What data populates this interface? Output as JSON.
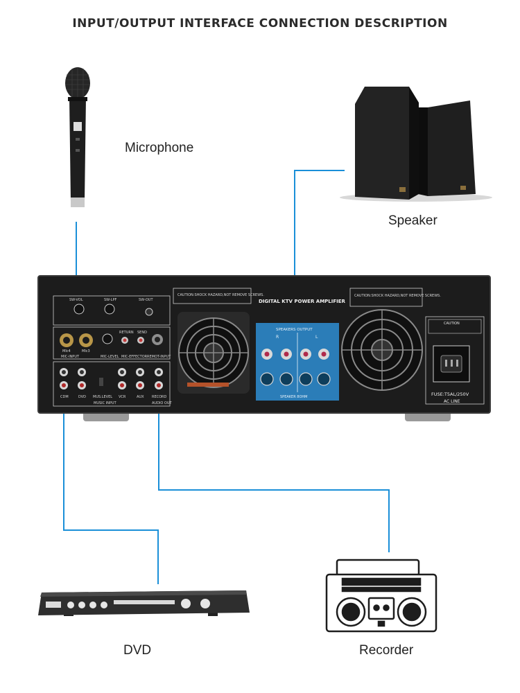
{
  "title": "INPUT/OUTPUT INTERFACE CONNECTION DESCRIPTION",
  "devices": {
    "microphone": "Microphone",
    "speaker": "Speaker",
    "dvd": "DVD",
    "recorder": "Recorder"
  },
  "amplifier": {
    "name": "DIGITAL KTV POWER AMPLIFIER",
    "caution_left": "CAUTION:SHOCK HAZARD,NOT REMOVE SCREWS.",
    "caution_right": "CAUTION:SHOCK HAZARD,NOT REMOVE SCREWS.",
    "sections": {
      "sw_vol": "SW-VOL",
      "sw_lpf": "SW-LPF",
      "sw_out": "SW-OUT",
      "mic_input": "MIC-INPUT",
      "mic_level": "MIC-LEVEL",
      "mic_effector": "MIC-EFFECTOR",
      "remote_input": "REMOT-INPUT",
      "return": "RETURN",
      "send": "SEND",
      "mic4": "MIc4",
      "mic3": "MIc3",
      "music_input": "MUSIC INPUT",
      "audio_out": "AUDIO OUT",
      "mus_level": "MUS.LEVEL"
    },
    "inputs": [
      "CDM",
      "DVD",
      "VCR",
      "AUX",
      "RECORD"
    ],
    "speakers_output": "SPEAKERS OUTPUT",
    "channel_r": "R",
    "channel_l": "L",
    "speaker_impedance": "SPEAKER  8OHM",
    "caution_box": "CAUTION",
    "fuse": "FUSE:T5AL/250V",
    "ac_line": "AC LINE"
  },
  "colors": {
    "connector_line": "#1a8fd8",
    "panel_blue": "#2b7db8",
    "chassis": "#1c1c1c"
  }
}
